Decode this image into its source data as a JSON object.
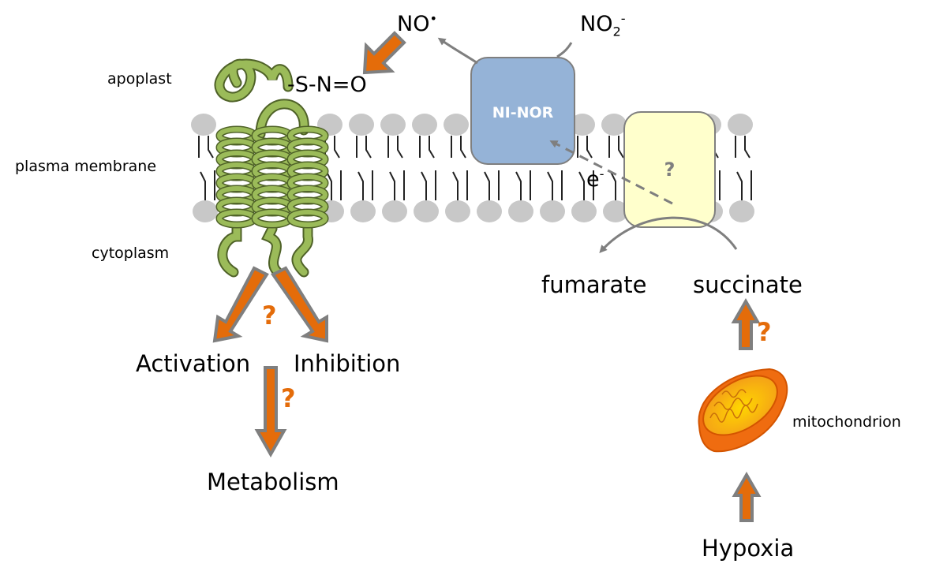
{
  "compartments": {
    "apoplast": "apoplast",
    "plasma_membrane": "plasma membrane",
    "cytoplasm": "cytoplasm"
  },
  "molecules": {
    "sno": "-S-N=O",
    "no_radical": "NO",
    "no_radical_sup": "•",
    "nitrite_base": "NO",
    "nitrite_sub": "2",
    "nitrite_sup": "-",
    "electron": "e",
    "electron_sup": "-",
    "fumarate": "fumarate",
    "succinate": "succinate"
  },
  "proteins": {
    "ni_nor": "NI-NOR",
    "unknown_transporter": "?"
  },
  "outcomes": {
    "activation": "Activation",
    "inhibition": "Inhibition",
    "metabolism": "Metabolism"
  },
  "organelle": {
    "mitochondrion": "mitochondrion"
  },
  "stimulus": {
    "hypoxia": "Hypoxia"
  },
  "uncertainty_marks": {
    "branch": "?",
    "metabolism": "?",
    "succinate": "?"
  },
  "colors": {
    "arrow_fill": "#e46c0a",
    "arrow_stroke": "#7f7f7f",
    "protein_green": "#9bbb59",
    "ni_nor_blue": "#95b3d7",
    "transporter_yellow": "#ffffcc",
    "lipid_gray": "#c8c8c8"
  }
}
